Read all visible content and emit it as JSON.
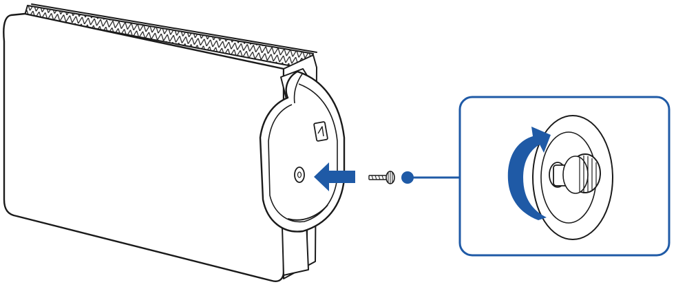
{
  "figure": {
    "description_title": "",
    "parts": {
      "console": "console-body",
      "stand": "vertical-stand-disc",
      "screw": "stand-screw",
      "detail": "detail-callout-tighten-screw"
    },
    "colors": {
      "line": "#1a1a1a",
      "accent": "#1f5aa6",
      "background": "#ffffff"
    },
    "icons": {
      "insert_arrow": "arrow-left-icon",
      "rotate_arrow": "rotate-clockwise-icon",
      "callout_dot": "callout-dot-icon"
    }
  }
}
